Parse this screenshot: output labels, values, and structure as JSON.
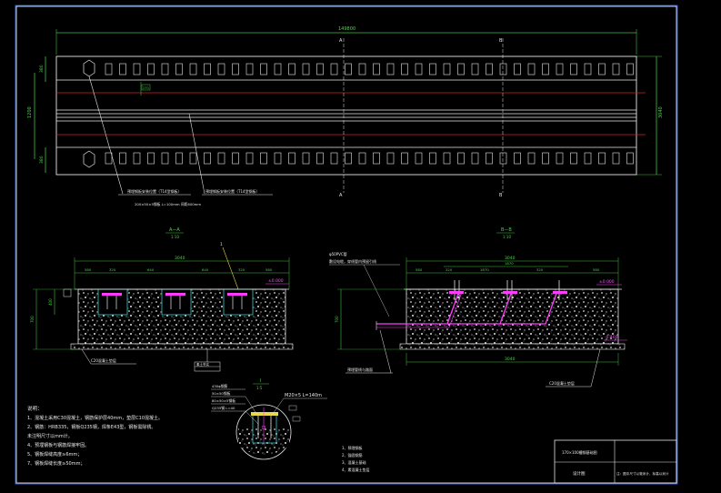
{
  "colors": {
    "background": "#000000",
    "frame": "#2f5fd0",
    "line_white": "#e8e8e8",
    "line_green": "#3fc23f",
    "line_red": "#d02020",
    "line_magenta": "#ff3cff",
    "line_cyan": "#36c8c8",
    "line_yellow": "#e8d84a"
  },
  "plan": {
    "overall_dim": "149800",
    "right_dim": "3040",
    "left_dim": "1200",
    "mid_dim": "270",
    "row_dim_top": "380",
    "row_dim_bottom": "380",
    "section_mark_a_top": "A",
    "section_mark_a_bottom": "A",
    "section_mark_b_top": "B",
    "section_mark_b_bottom": "B",
    "leader_label_1": "预埋钢板安装位置（T14型钢板）",
    "leader_label_2": "预埋钢板安装位置（T14型钢板）",
    "leader_note": "200×50×5钢板 L=100mm 间距600mm"
  },
  "section_a": {
    "title": "A—A",
    "scale": "1:10",
    "top_dim": "3040",
    "seg_dims": [
      "580",
      "320",
      "640",
      "640",
      "320",
      "580"
    ],
    "elev_right": "±0.000",
    "height_dim": "700",
    "sub_height": "400",
    "label_foundation": "C20混凝土垫层",
    "label_bottom": "素土夯实",
    "callout_number": "1"
  },
  "section_b": {
    "title": "B—B",
    "scale": "1:10",
    "note_1": "φ50PVC管",
    "note_2": "敷设电缆，穿线管内预留引线",
    "top_dim": "3040",
    "seg_dims": [
      "580",
      "320",
      "1870",
      "320",
      "580"
    ],
    "inner_dim": "1870",
    "elev_right": "±0.000",
    "elev_bottom": "-0.400",
    "height_dim": "700",
    "bottom_dim": "3040",
    "label_left": "预埋管线与路面",
    "label_right": "C20混凝土垫层"
  },
  "detail": {
    "title": "I",
    "scale": "1:5",
    "labels": [
      "430φ钢筋",
      "50×50钢板",
      "80×50×5钢板",
      "Q235钢 L=40"
    ],
    "bolt_label": "M20×5  L=140m"
  },
  "notes": {
    "heading": "说明：",
    "lines": [
      "1、混凝土采用C30混凝土，钢筋保护层40mm，垫层C10混凝土。",
      "2、钢筋：HRB335，钢板Q235钢，焊条E43型，钢板需除锈。",
      "未注明尺寸以mm计。",
      "4、预埋钢板与钢筋焊接牢固。",
      "5、钢板焊缝高度≥6mm；",
      "7、钢板焊缝长度≥50mm；"
    ]
  },
  "legend": {
    "items": [
      "1、预埋钢板",
      "2、锚固钢筋",
      "3、混凝土基础",
      "4、素混凝土垫层"
    ]
  },
  "title_block": {
    "row1_left": "170×100槽钢基础图",
    "row2_left": "设计图",
    "row2_right": "注：图中尺寸以毫米计，标高以米计"
  }
}
